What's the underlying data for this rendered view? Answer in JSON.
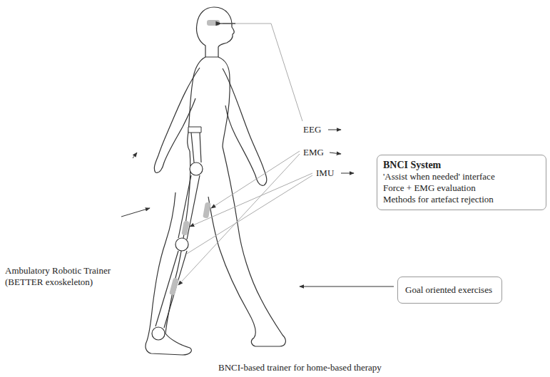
{
  "diagram": {
    "caption": "BNCI-based trainer for home-based therapy",
    "nodes": [
      {
        "text": [
          "BNCI System",
          "'Assist when needed' interface",
          "Force + EMG evaluation",
          "Methods for artefact rejection"
        ]
      },
      {
        "text": [
          "Goal oriented exercises"
        ]
      }
    ],
    "labels": [
      "EEG",
      "EMG",
      "IMU",
      "Ambulatory Robotic Trainer (BETTER exoskeleton)"
    ]
  }
}
